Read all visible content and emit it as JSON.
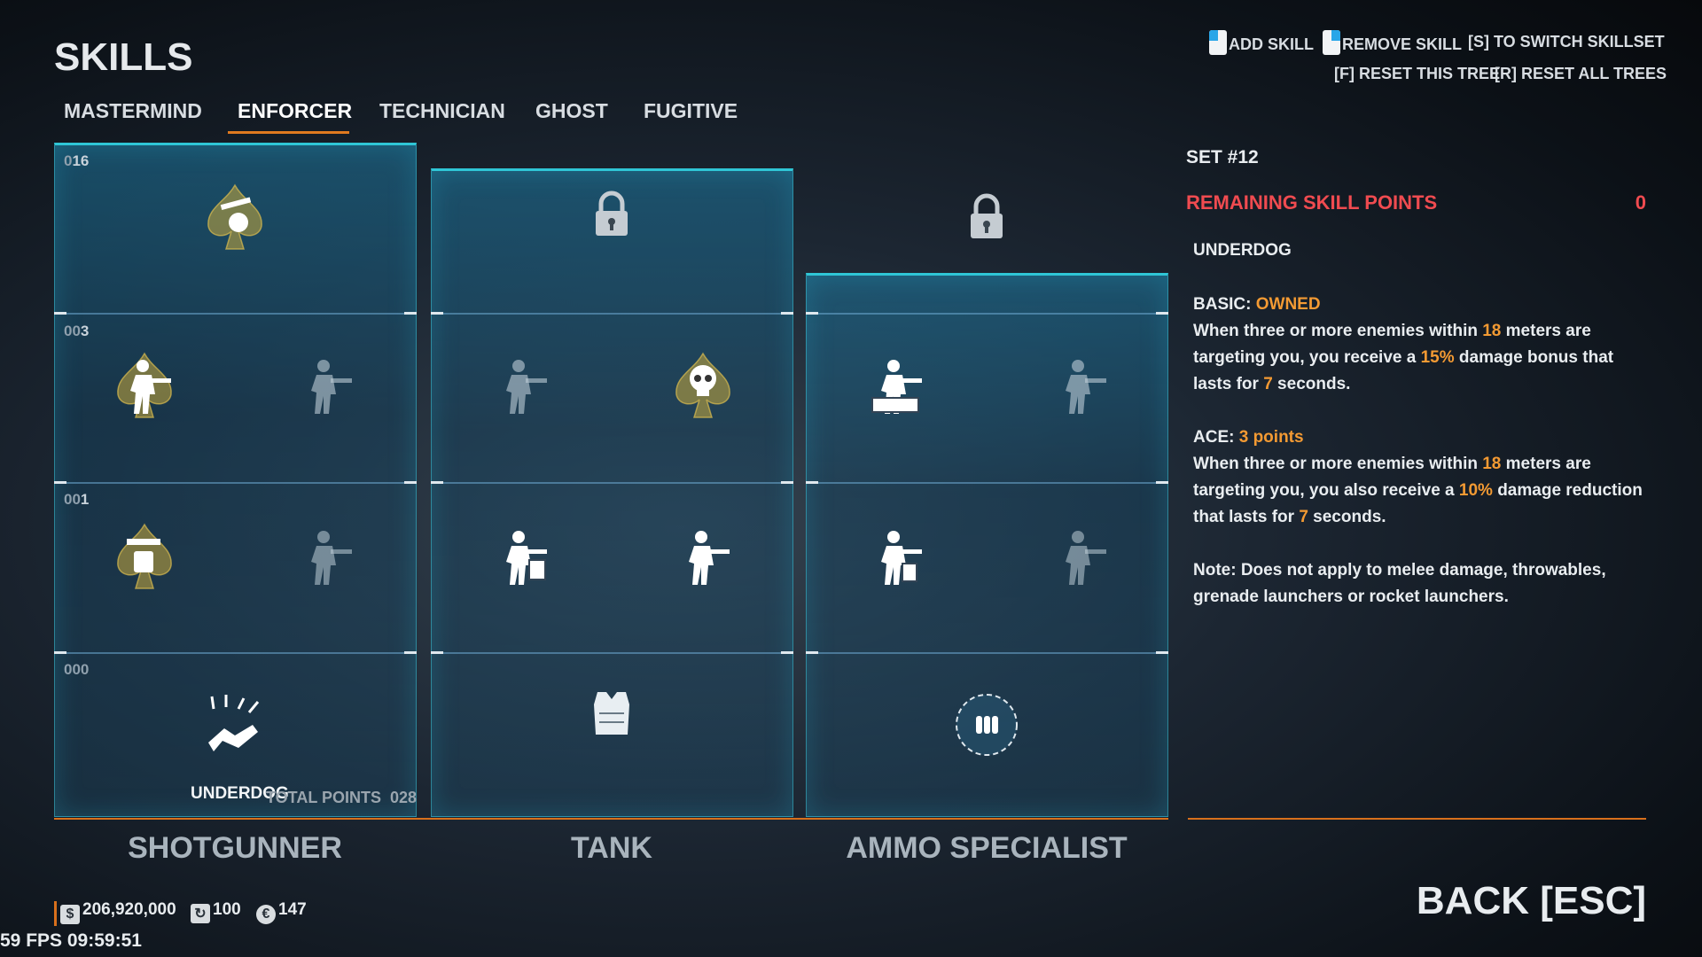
{
  "header": {
    "title": "SKILLS"
  },
  "tabs": [
    {
      "label": "MASTERMIND"
    },
    {
      "label": "ENFORCER",
      "active": true
    },
    {
      "label": "TECHNICIAN"
    },
    {
      "label": "GHOST"
    },
    {
      "label": "FUGITIVE"
    }
  ],
  "hints": {
    "add_skill": "ADD SKILL",
    "remove_skill": "REMOVE SKILL",
    "switch": "[S] TO SWITCH SKILLSET",
    "reset_tree": "[F] RESET THIS TREE",
    "reset_all": "[R] RESET ALL TREES"
  },
  "tiers": {
    "t4": {
      "lead": "0",
      "num": "16"
    },
    "t3": {
      "lead": "00",
      "num": "3"
    },
    "t2": {
      "lead": "00",
      "num": "1"
    },
    "t1": {
      "lead": "000",
      "num": ""
    }
  },
  "trees": [
    {
      "name": "SHOTGUNNER",
      "skills": [
        {
          "icon": "shotgun-ace-icon",
          "state": "aced"
        },
        {
          "icon": "shotgunner-aim-icon",
          "state": "aced"
        },
        {
          "icon": "running-gunner-icon",
          "state": "locked"
        },
        {
          "icon": "shotgun-door-icon",
          "state": "aced"
        },
        {
          "icon": "gunner-icon",
          "state": "locked"
        },
        {
          "icon": "underdog-icon",
          "state": "owned"
        }
      ]
    },
    {
      "name": "TANK",
      "skills": [
        {
          "icon": "lock-icon",
          "state": "locked"
        },
        {
          "icon": "brawler-icon",
          "state": "unowned"
        },
        {
          "icon": "skull-ace-icon",
          "state": "aced"
        },
        {
          "icon": "shield-carrier-icon",
          "state": "owned"
        },
        {
          "icon": "melee-icon",
          "state": "owned"
        },
        {
          "icon": "body-armor-icon",
          "state": "owned"
        }
      ]
    },
    {
      "name": "AMMO SPECIALIST",
      "skills": [
        {
          "icon": "lock-icon",
          "state": "locked"
        },
        {
          "icon": "ammo-bag-icon",
          "state": "owned"
        },
        {
          "icon": "kneeling-gunner-icon",
          "state": "unowned"
        },
        {
          "icon": "ammo-carrier-icon",
          "state": "owned"
        },
        {
          "icon": "reload-gunner-icon",
          "state": "unowned"
        },
        {
          "icon": "ammo-circle-icon",
          "state": "owned"
        }
      ]
    }
  ],
  "selected_skill_label": "UNDERDOG",
  "total_points": {
    "label": "TOTAL POINTS",
    "value": "028"
  },
  "side": {
    "set": "SET #12",
    "remaining_label": "REMAINING SKILL POINTS",
    "remaining_value": "0",
    "skill_name": "UNDERDOG",
    "basic_label": "BASIC:",
    "basic_status": "OWNED",
    "basic_text": [
      "When three or more enemies within ",
      "18",
      " meters are targeting you, you receive a ",
      "15%",
      " damage bonus that lasts for ",
      "7",
      " seconds."
    ],
    "ace_label": "ACE:",
    "ace_status": "3 points",
    "ace_text": [
      "When three or more enemies within ",
      "18",
      " meters are targeting you, you also receive a ",
      "10%",
      " damage reduction that lasts for ",
      "7",
      " seconds."
    ],
    "note": "Note: Does not apply to melee damage, throwables, grenade launchers or rocket launchers."
  },
  "footer": {
    "money": "206,920,000",
    "level": "100",
    "coins": "147",
    "fps": "59 FPS 09:59:51",
    "back": "BACK [ESC]"
  },
  "colors": {
    "accent": "#f39a33",
    "remaining": "#f04b50",
    "panel_border": "#2fc6d6",
    "line": "#d8701c"
  }
}
